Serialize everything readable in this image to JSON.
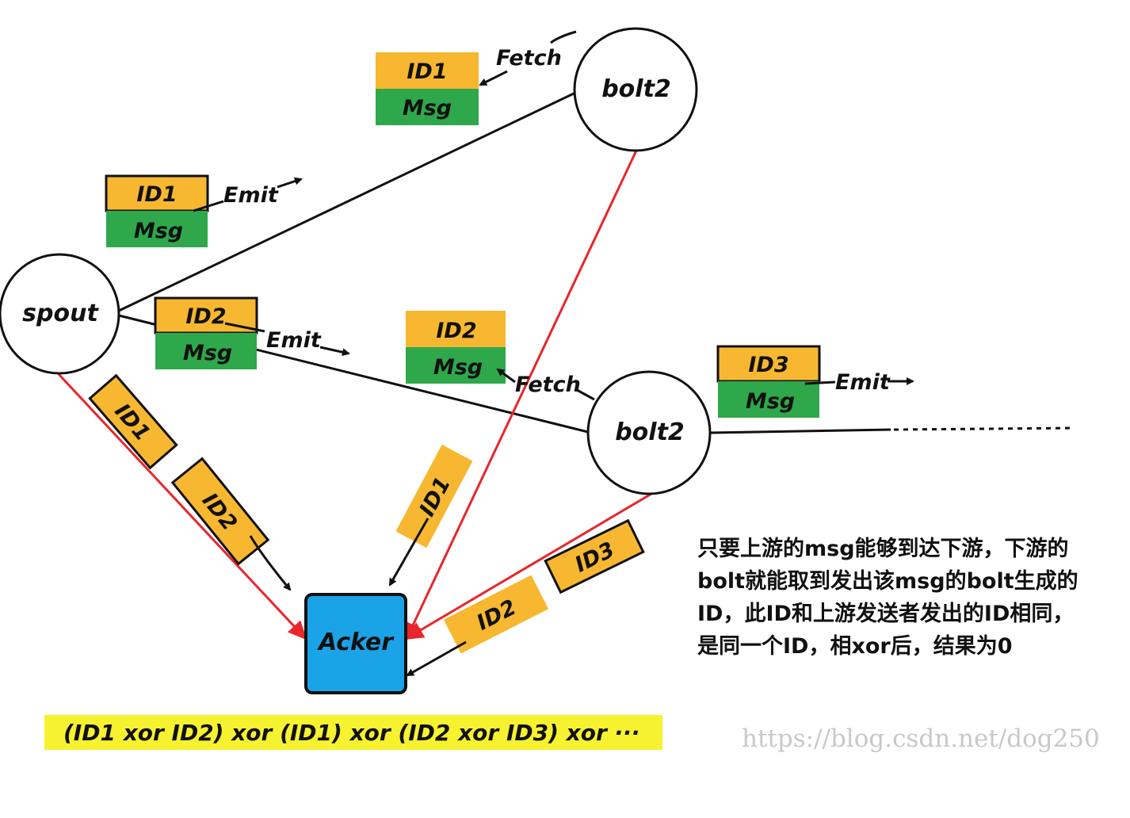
{
  "colors": {
    "id_fill": "#f7b731",
    "msg_fill": "#2ea84a",
    "acker_fill": "#1ba3e8",
    "ack_line": "#e8262b",
    "highlight": "#f7f230",
    "ink": "#111111"
  },
  "nodes": {
    "spout": "spout",
    "bolt_top": "bolt2",
    "bolt_mid": "bolt2",
    "acker": "Acker"
  },
  "packets": {
    "p1": {
      "id": "ID1",
      "msg": "Msg"
    },
    "p2": {
      "id": "ID1",
      "msg": "Msg"
    },
    "p3": {
      "id": "ID2",
      "msg": "Msg"
    },
    "p4": {
      "id": "ID2",
      "msg": "Msg"
    },
    "p5": {
      "id": "ID3",
      "msg": "Msg"
    }
  },
  "actions": {
    "fetch_top": "Fetch",
    "emit_spout_top": "Emit",
    "emit_spout_mid": "Emit",
    "fetch_mid": "Fetch",
    "emit_bolt_mid": "Emit"
  },
  "tokens": {
    "t1": "ID1",
    "t2": "ID2",
    "t3": "ID1",
    "t4": "ID3",
    "t5": "ID2"
  },
  "note": {
    "lines": [
      "只要上游的msg能够到达下游，下游的",
      "bolt就能取到发出该msg的bolt生成的",
      "ID，此ID和上游发送者发出的ID相同，",
      "是同一个ID，相xor后，结果为0"
    ]
  },
  "formula": "(ID1 xor ID2) xor (ID1) xor (ID2 xor ID3) xor ···",
  "watermark": "https://blog.csdn.net/dog250"
}
